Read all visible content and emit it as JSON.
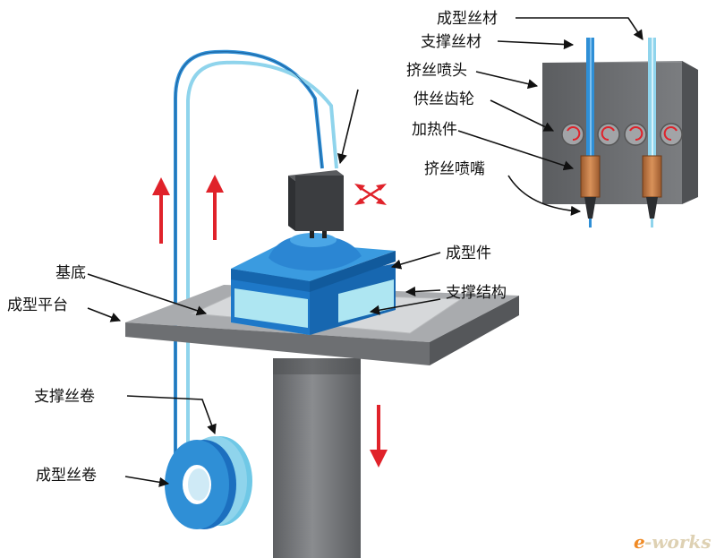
{
  "labels": {
    "forming_filament": "成型丝材",
    "support_filament": "支撑丝材",
    "extrusion_head": "挤丝喷头",
    "feed_gear": "供丝齿轮",
    "heater": "加热件",
    "extrusion_nozzle": "挤丝喷嘴",
    "formed_part": "成型件",
    "support_structure": "支撑结构",
    "substrate": "基底",
    "build_platform": "成型平台",
    "support_spool": "支撑丝卷",
    "forming_spool": "成型丝卷"
  },
  "watermark": {
    "text_e": "e",
    "text_works": "-works"
  },
  "colors": {
    "forming_filament": "#2f8fd6",
    "support_filament": "#8fd4ec",
    "machine_gray": "#6b6d70",
    "platform_gray": "#8e9093",
    "part_blue": "#1e78c8",
    "support_light": "#aee6f2",
    "arrow_red": "#e0222a",
    "heater_copper": "#c87a45"
  }
}
